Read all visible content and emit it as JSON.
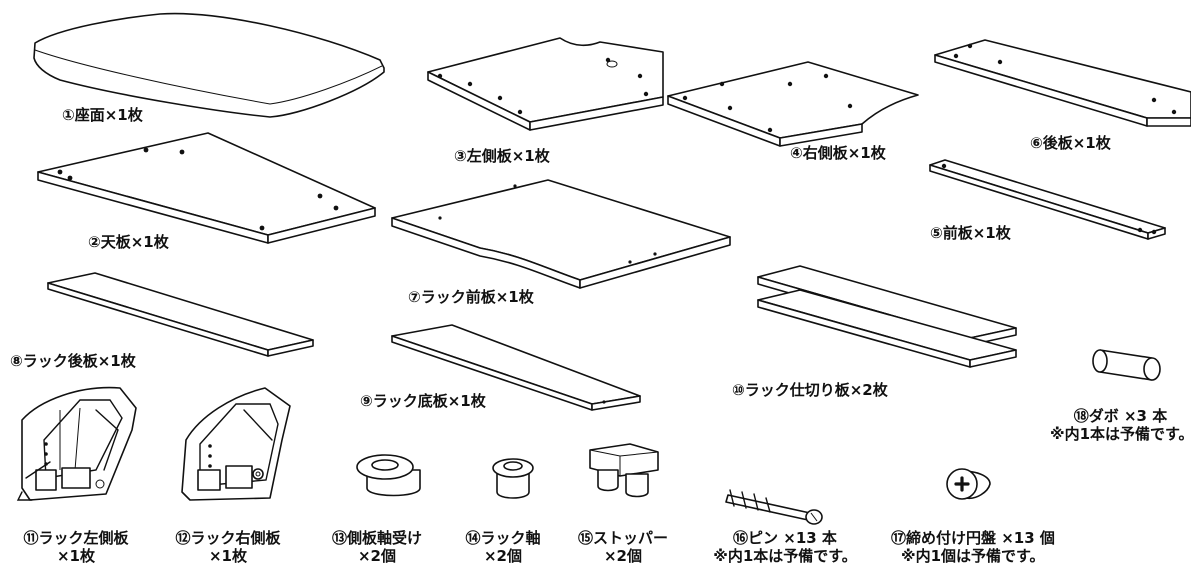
{
  "parts": [
    {
      "id": "1",
      "label": "①座面×1枚"
    },
    {
      "id": "2",
      "label": "②天板×1枚"
    },
    {
      "id": "3",
      "label": "③左側板×1枚"
    },
    {
      "id": "4",
      "label": "④右側板×1枚"
    },
    {
      "id": "5",
      "label": "⑤前板×1枚"
    },
    {
      "id": "6",
      "label": "⑥後板×1枚"
    },
    {
      "id": "7",
      "label": "⑦ラック前板×1枚"
    },
    {
      "id": "8",
      "label": "⑧ラック後板×1枚"
    },
    {
      "id": "9",
      "label": "⑨ラック底板×1枚"
    },
    {
      "id": "10",
      "label": "⑩ラック仕切り板×2枚"
    },
    {
      "id": "11",
      "label": "⑪ラック左側板",
      "sub": "×1枚"
    },
    {
      "id": "12",
      "label": "⑫ラック右側板",
      "sub": "×1枚"
    },
    {
      "id": "13",
      "label": "⑬側板軸受け",
      "sub": "×2個"
    },
    {
      "id": "14",
      "label": "⑭ラック軸",
      "sub": "×2個"
    },
    {
      "id": "15",
      "label": "⑮ストッパー",
      "sub": "×2個"
    },
    {
      "id": "16",
      "label": "⑯ピン ×13 本",
      "sub": "※内1本は予備です。"
    },
    {
      "id": "17",
      "label": "⑰締め付け円盤 ×13 個",
      "sub": "※内1個は予備です。"
    },
    {
      "id": "18",
      "label": "⑱ダボ ×3 本",
      "sub": "※内1本は予備です。"
    }
  ]
}
